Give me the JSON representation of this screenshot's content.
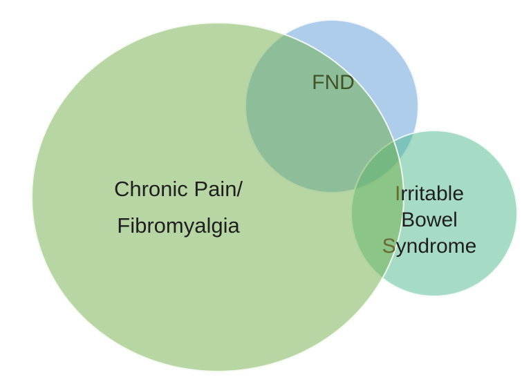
{
  "diagram": {
    "type": "venn",
    "background": "#ffffff",
    "outline_color": "#ffffff",
    "sets": [
      {
        "id": "chronic-pain-fibromyalgia",
        "label_lines": [
          "Chronic Pain/",
          "Fibromyalgia"
        ],
        "fill": "rgba(112, 173, 71, 0.5)",
        "fill_hex": "#70AD47",
        "label_color": "#1f1f1f"
      },
      {
        "id": "fnd",
        "label": "FND",
        "fill": "rgba(91, 155, 213, 0.5)",
        "fill_hex": "#5B9BD5",
        "label_color": "#3E5426"
      },
      {
        "id": "irritable-bowel-syndrome",
        "label_lines": [
          {
            "initial": "I",
            "rest": "rritable"
          },
          {
            "initial": "",
            "rest": "Bowel"
          },
          {
            "initial": "S",
            "rest": "yndrome"
          }
        ],
        "fill": "rgba(77, 185, 141, 0.5)",
        "fill_hex": "#4DB98D",
        "label_color": "#1f1f1f",
        "initial_color": "#6b6833"
      }
    ],
    "overlaps": [
      {
        "between": [
          "chronic-pain-fibromyalgia",
          "fnd"
        ],
        "contains_label": "FND"
      },
      {
        "between": [
          "chronic-pain-fibromyalgia",
          "irritable-bowel-syndrome"
        ]
      },
      {
        "between": [
          "fnd",
          "irritable-bowel-syndrome"
        ]
      },
      {
        "between": [
          "chronic-pain-fibromyalgia",
          "fnd",
          "irritable-bowel-syndrome"
        ]
      }
    ]
  }
}
